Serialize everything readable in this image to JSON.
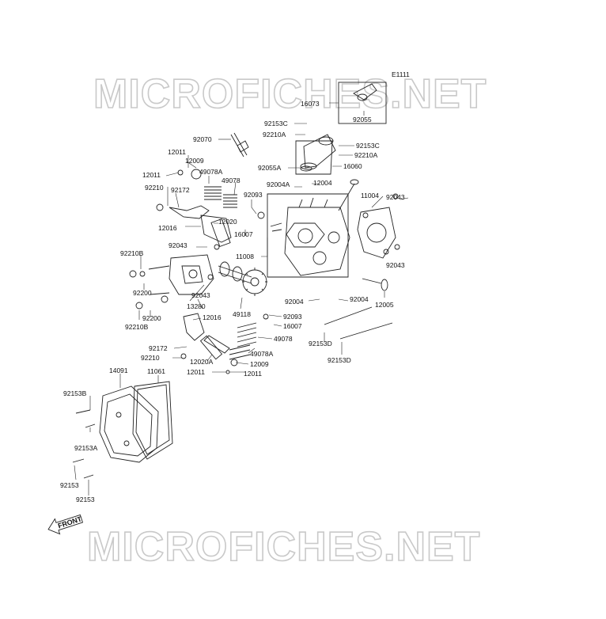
{
  "diagram_id": "E1111",
  "watermark": "MICROFICHES.NET",
  "front_label": "FRONT",
  "labels": {
    "16073": "16073",
    "92055": "92055",
    "92153C_a": "92153C",
    "92210A_a": "92210A",
    "92153C_b": "92153C",
    "92210A_b": "92210A",
    "92070": "92070",
    "92055A": "92055A",
    "16060": "16060",
    "12011_a": "12011",
    "12009_a": "12009",
    "12011_b": "12011",
    "49078A_a": "49078A",
    "49078_a": "49078",
    "92210_a": "92210",
    "92172_a": "92172",
    "92004A": "92004A",
    "12004": "12004",
    "11004": "11004",
    "92043_a": "92043",
    "92093_a": "92093",
    "12020": "12020",
    "12016_a": "12016",
    "16007_a": "16007",
    "92043_b": "92043",
    "11008": "11008",
    "92210B_a": "92210B",
    "92200_a": "92200",
    "92043_c": "92043",
    "92043_d": "92043",
    "13280": "13280",
    "49118": "49118",
    "92004_a": "92004",
    "92004_b": "92004",
    "12005": "12005",
    "92093_b": "92093",
    "16007_b": "16007",
    "92200_b": "92200",
    "92210B_b": "92210B",
    "12016_b": "12016",
    "49078_b": "49078",
    "92153D_a": "92153D",
    "92172_b": "92172",
    "92210_b": "92210",
    "12020A": "12020A",
    "49078A_b": "49078A",
    "12009_b": "12009",
    "12011_c": "12011",
    "12011_d": "12011",
    "92153D_b": "92153D",
    "14091": "14091",
    "11061": "11061",
    "92153B": "92153B",
    "92153A": "92153A",
    "92153_a": "92153",
    "92153_b": "92153"
  }
}
